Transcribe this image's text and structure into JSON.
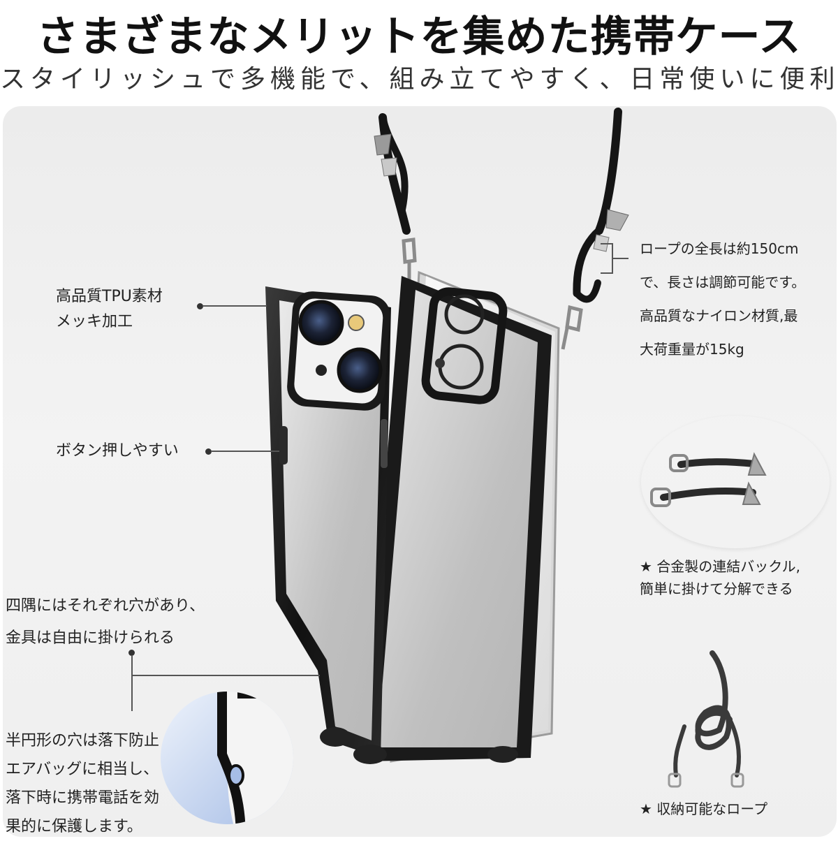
{
  "header": {
    "title": "さまざまなメリットを集めた携帯ケース",
    "subtitle": "スタイリッシュで多機能で、組み立てやすく、日常使いに便利"
  },
  "callouts": {
    "material": {
      "line1": "高品質TPU素材",
      "line2": "メッキ加工"
    },
    "buttons": {
      "line1": "ボタン押しやすい"
    },
    "holes": {
      "line1": "四隅にはそれぞれ穴があり、",
      "line2": "金具は自由に掛けられる"
    },
    "airbag": {
      "line1": "半円形の穴は落下防止",
      "line2": "エアバッグに相当し、",
      "line3": "落下時に携帯電話を効",
      "line4": "果的に保護します。"
    },
    "rope": {
      "line1": "ロープの全長は約150cm",
      "line2": "で、長さは調節可能です。",
      "line3": "高品質なナイロン材質,最",
      "line4": "大荷重量が15kg"
    },
    "buckle": {
      "line1": "★ 合金製の連結バックル,",
      "line2": "簡単に掛けて分解できる"
    },
    "storage": {
      "line1": "★ 収納可能なロープ"
    }
  }
}
